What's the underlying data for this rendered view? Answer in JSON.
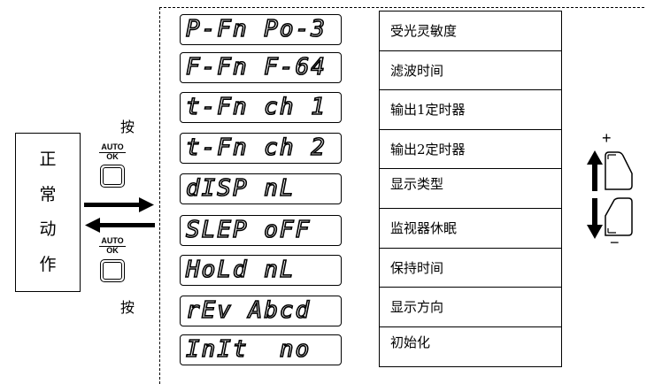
{
  "state_box": {
    "chars": [
      "正",
      "常",
      "动",
      "作"
    ]
  },
  "press_label_top": "按",
  "press_label_bottom": "按",
  "auto_ok_key_top": {
    "line1": "AUTO",
    "line2": "OK"
  },
  "auto_ok_key_bottom": {
    "line1": "AUTO",
    "line2": "OK"
  },
  "lcd_displays": [
    "P-Fn Po-3",
    "F-Fn F-64",
    "t-Fn ch 1",
    "t-Fn ch 2",
    "dISP nL",
    "SLEP oFF",
    "HoLd nL",
    "rEv Abcd",
    "InIt  no"
  ],
  "menu_items": [
    "受光灵敏度",
    "滤波时间",
    "输出1定时器",
    "输出2定时器",
    "显示类型",
    "监视器休眠",
    "保持时间",
    "显示方向",
    "初始化"
  ],
  "up_key": {
    "sign": "+"
  },
  "down_key": {
    "sign": "−"
  }
}
